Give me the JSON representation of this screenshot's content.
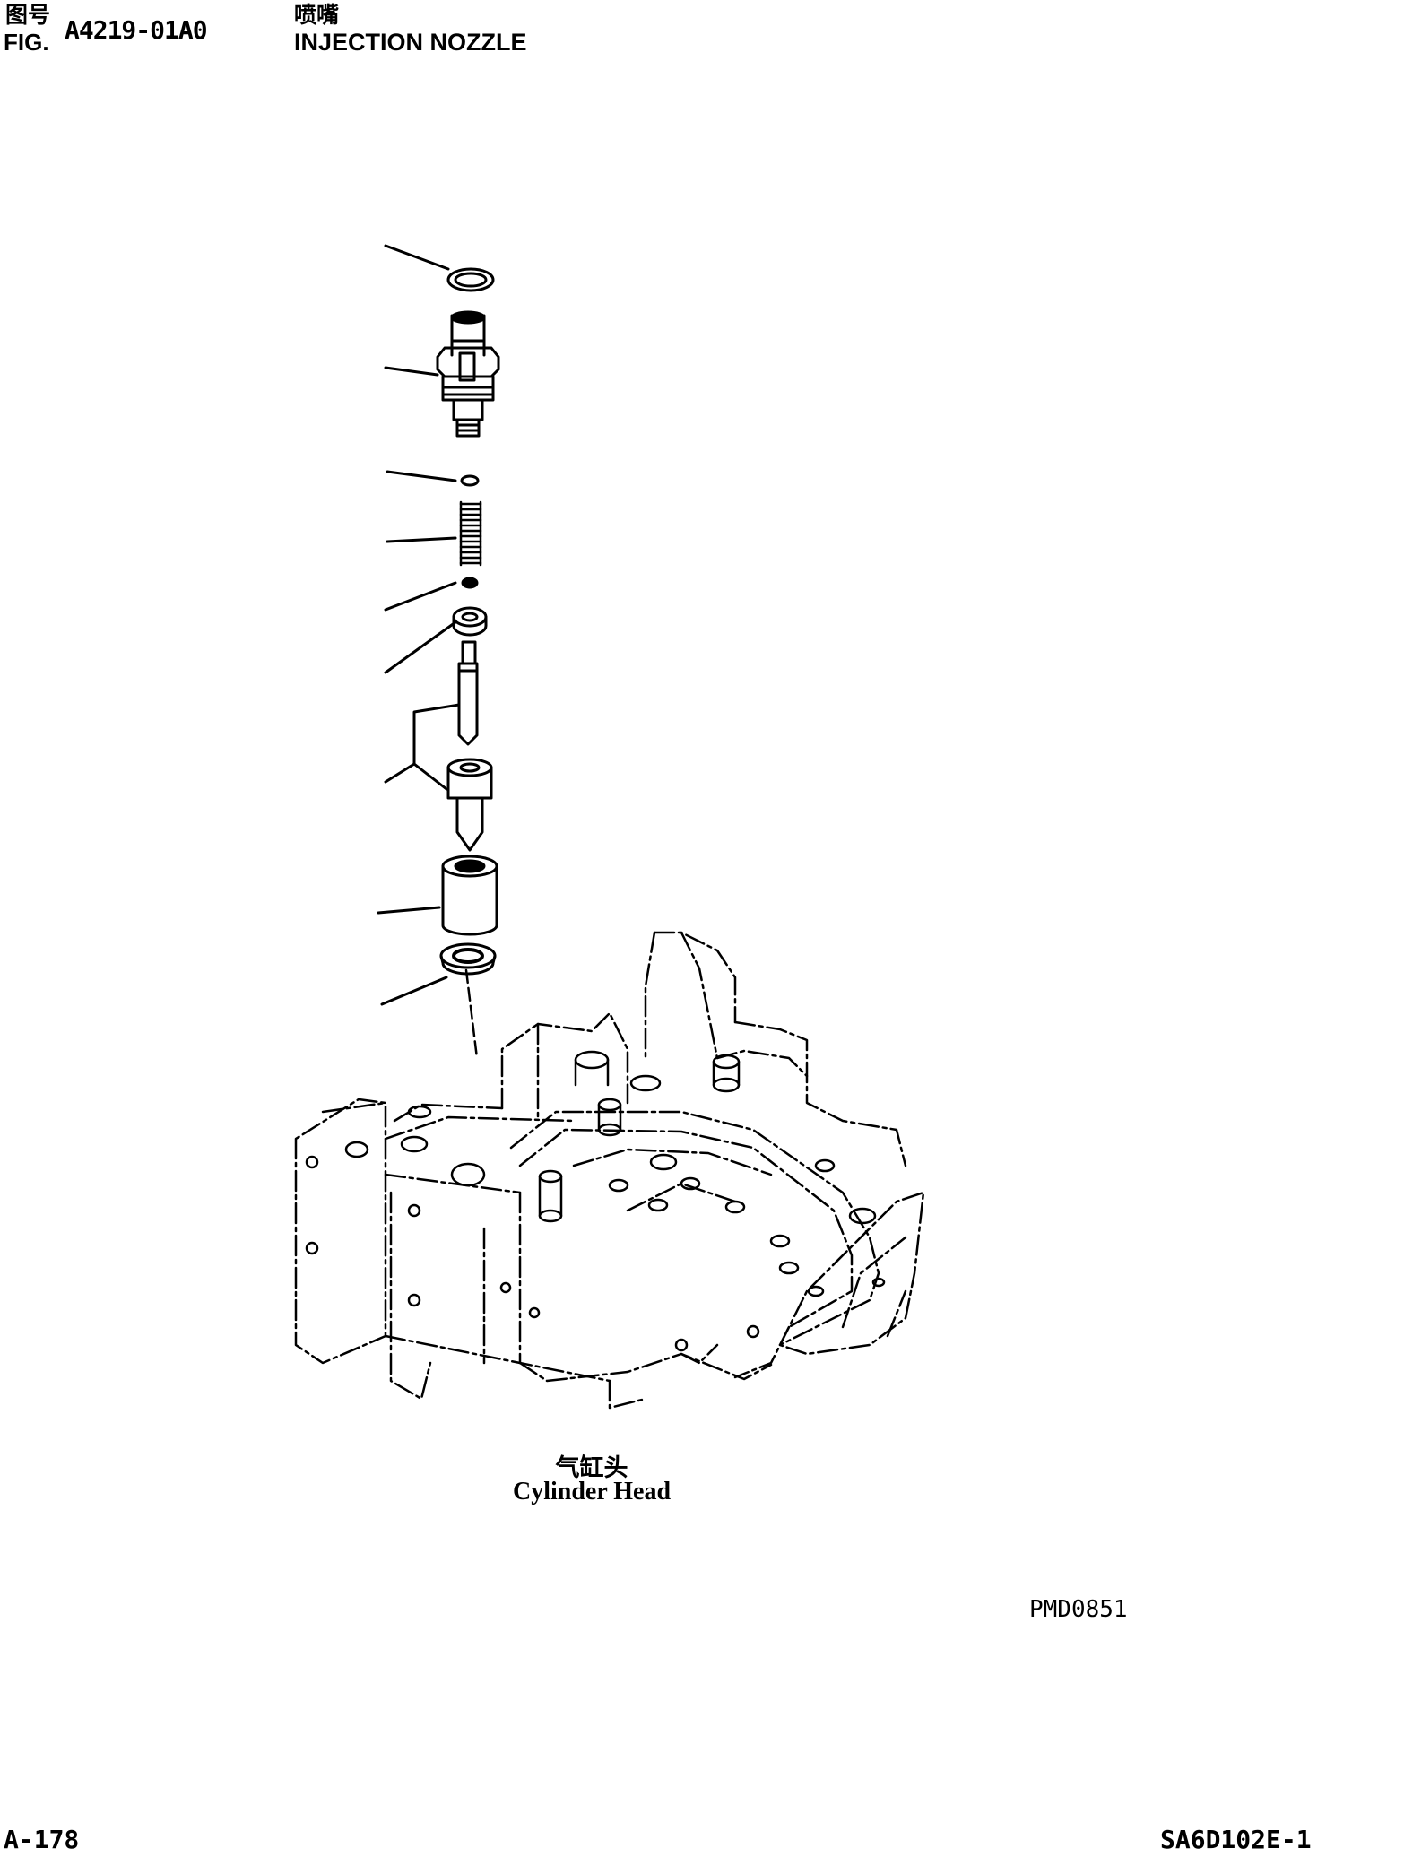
{
  "header": {
    "fig_label_cn": "图号",
    "fig_label_en": "FIG.",
    "fig_number": "A4219-01A0",
    "title_cn": "喷嘴",
    "title_en": "INJECTION NOZZLE"
  },
  "caption": {
    "cn": "气缸头",
    "en": "Cylinder Head"
  },
  "image_code": "PMD0851",
  "footer": {
    "page_number": "A-178",
    "model_code": "SA6D102E-1"
  }
}
